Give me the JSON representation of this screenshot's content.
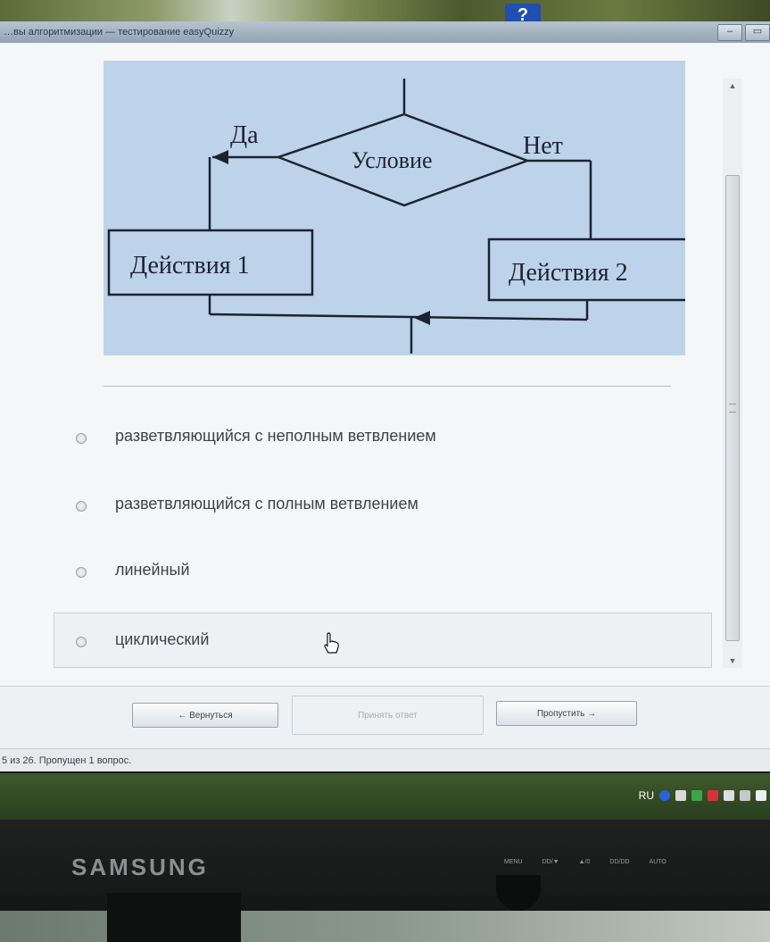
{
  "window": {
    "title": "…вы алгоритмизации — тестирование easyQuizzy",
    "help_label": "?",
    "minimize_label": "–",
    "restore_label": "▭"
  },
  "diagram": {
    "yes_label": "Да",
    "no_label": "Нет",
    "condition_label": "Условие",
    "action1_label": "Действия 1",
    "action2_label": "Действия 2"
  },
  "options": [
    {
      "label": "разветвляющийся с неполным ветвлением"
    },
    {
      "label": "разветвляющийся с полным ветвлением"
    },
    {
      "label": "линейный"
    },
    {
      "label": "циклический"
    }
  ],
  "buttons": {
    "back_label": "← Вернуться",
    "accept_label": "Принять ответ",
    "skip_label": "Пропустить →"
  },
  "status": {
    "text": "5 из 26. Пропущен 1 вопрос."
  },
  "tray": {
    "language": "RU"
  },
  "monitor": {
    "brand": "SAMSUNG",
    "buttons": [
      "MENU",
      "DD/▼",
      "▲/0",
      "DD/DD",
      "AUTO"
    ]
  }
}
